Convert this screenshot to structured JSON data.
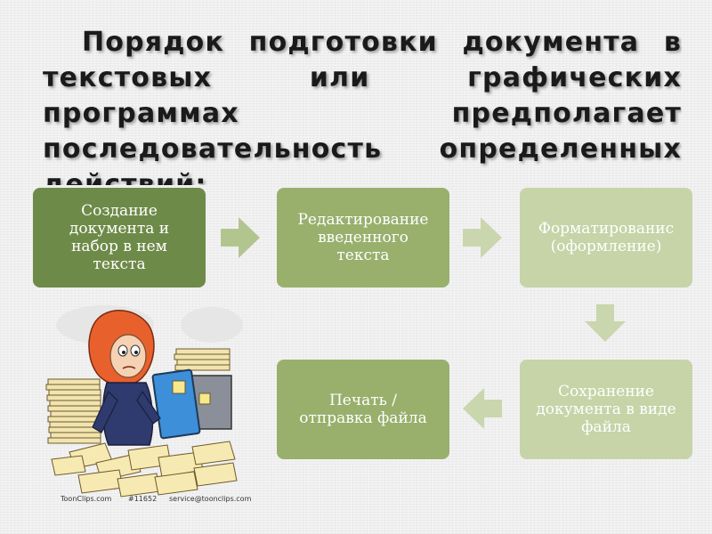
{
  "heading": "Порядок подготовки документа в текстовых или графических программах предполагает последовательность определенных действий:",
  "steps": [
    {
      "label": "Создание\nдокумента и\nнабор в нем\nтекста",
      "color": "#6e8a48"
    },
    {
      "label": "Редактирование\nвведенного\nтекста",
      "color": "#98b06c"
    },
    {
      "label": "Форматированис\n(оформление)",
      "color": "#c6d4a8"
    },
    {
      "label": "Сохранение\nдокумента в виде\nфайла",
      "color": "#c6d4a8"
    },
    {
      "label": "Печать /\nотправка файла",
      "color": "#98b06c"
    }
  ],
  "arrow_color": "#b3c58f",
  "clipart": {
    "icon": "stressed-woman-with-papers-icon",
    "credits": [
      "ToonClips.com",
      "#11652",
      "service@toonclips.com"
    ]
  }
}
